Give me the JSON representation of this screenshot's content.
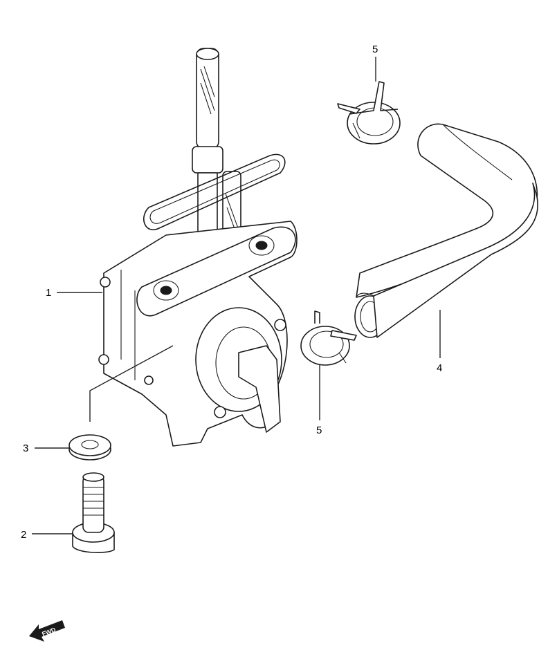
{
  "callouts": [
    {
      "id": "1",
      "label": "1",
      "part": "fuel-cock"
    },
    {
      "id": "2",
      "label": "2",
      "part": "bolt"
    },
    {
      "id": "3",
      "label": "3",
      "part": "washer"
    },
    {
      "id": "4",
      "label": "4",
      "part": "hose"
    },
    {
      "id": "5a",
      "label": "5",
      "part": "clamp-upper"
    },
    {
      "id": "5b",
      "label": "5",
      "part": "clamp-lower"
    }
  ],
  "fwd_badge": {
    "label": "FWD",
    "icon": "fwd-arrow-icon"
  },
  "colors": {
    "line": "#1a1a1a",
    "background": "#ffffff"
  }
}
